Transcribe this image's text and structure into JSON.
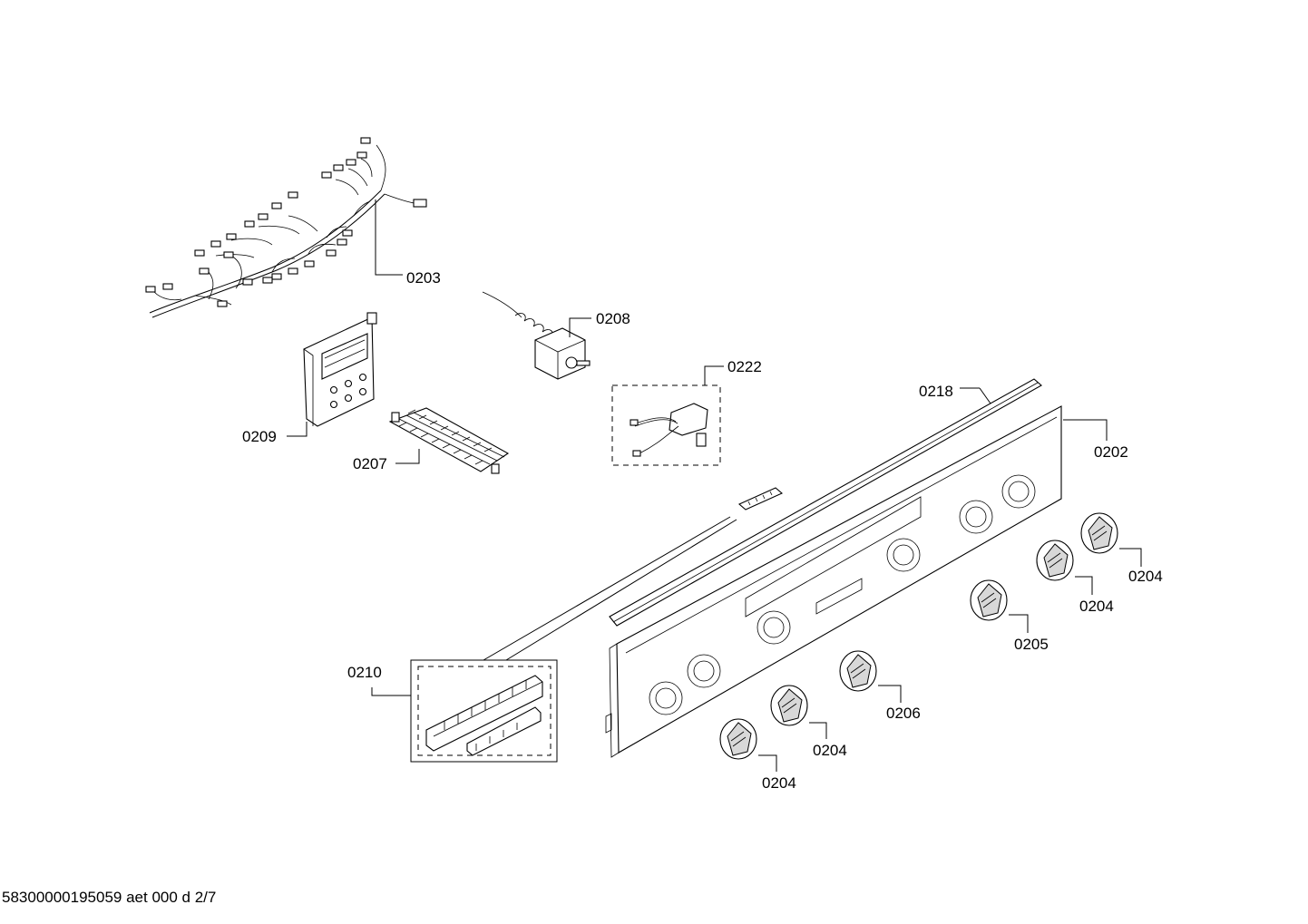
{
  "diagram": {
    "callouts": {
      "c0203": "0203",
      "c0208": "0208",
      "c0222": "0222",
      "c0218": "0218",
      "c0202": "0202",
      "c0209": "0209",
      "c0207": "0207",
      "c0204a": "0204",
      "c0204b": "0204",
      "c0205": "0205",
      "c0210": "0210",
      "c0206": "0206",
      "c0204c": "0204",
      "c0204d": "0204"
    },
    "footer": "58300000195059 aet 000 d 2/7"
  }
}
